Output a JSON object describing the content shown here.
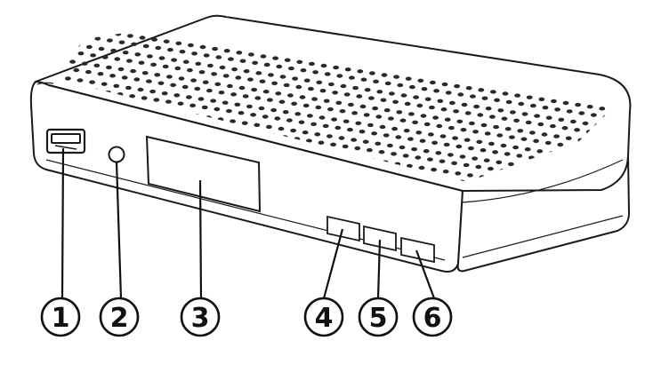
{
  "callouts": [
    {
      "label": "1",
      "target": "usb-port"
    },
    {
      "label": "2",
      "target": "ir-sensor"
    },
    {
      "label": "3",
      "target": "display-window"
    },
    {
      "label": "4",
      "target": "front-button-a"
    },
    {
      "label": "5",
      "target": "front-button-b"
    },
    {
      "label": "6",
      "target": "front-button-c"
    }
  ],
  "colors": {
    "outline": "#1a1a1a",
    "body": "#ffffff",
    "vent": "#2a2a2a",
    "callout_stroke": "#111111"
  }
}
